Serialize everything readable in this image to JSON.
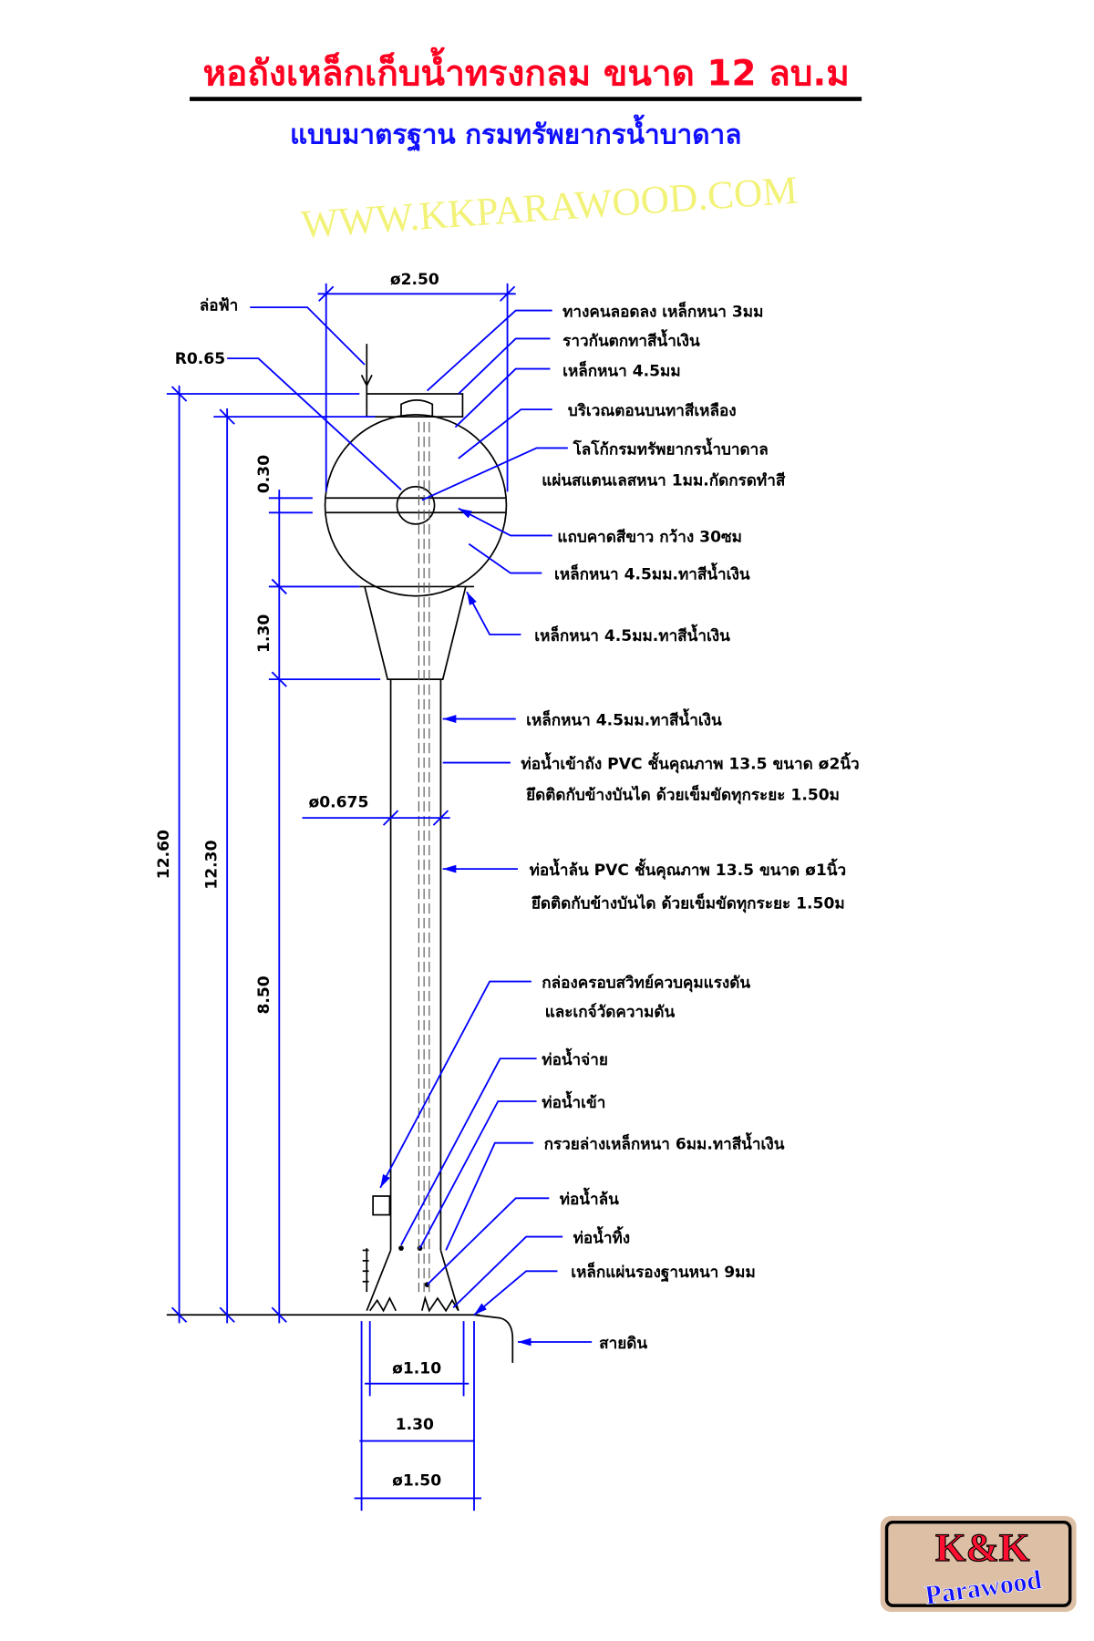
{
  "title": "หอถังเหล็กเก็บน้ำทรงกลม ขนาด 12 ลบ.ม",
  "subtitle": "แบบมาตรฐาน กรมทรัพยากรน้ำบาดาล",
  "colors": {
    "title": "#ff0020",
    "subtitle": "#1010ff",
    "leader": "#0000ff",
    "watermark": "#f0f060",
    "logo_bg": "#dcbfa4"
  },
  "dimensions": {
    "top_diameter": "ø2.50",
    "radius": "R0.65",
    "band": "0.30",
    "cone": "1.30",
    "total_height": "12.60",
    "tank_height": "12.30",
    "column_height": "8.50",
    "column_diameter": "ø0.675",
    "base_inner": "ø1.10",
    "base_width": "1.30",
    "base_outer": "ø1.50"
  },
  "left_labels": {
    "lightning_rod": "ล่อฟ้า"
  },
  "labels": [
    {
      "text": "ทางคนลอดลง เหล็กหนา 3มม"
    },
    {
      "text": "ราวกันตกทาสีน้ำเงิน"
    },
    {
      "text": "เหล็กหนา 4.5มม"
    },
    {
      "text": "บริเวณตอนบนทาสีเหลือง"
    },
    {
      "text": "โลโก้กรมทรัพยากรน้ำบาดาล",
      "line2": "แผ่นสแตนเลสหนา 1มม.กัดกรดทำสี"
    },
    {
      "text": "แถบคาดสีขาว  กว้าง 30ซม"
    },
    {
      "text": "เหล็กหนา 4.5มม.ทาสีน้ำเงิน"
    },
    {
      "text": "เหล็กหนา 4.5มม.ทาสีน้ำเงิน"
    },
    {
      "text": "เหล็กหนา 4.5มม.ทาสีน้ำเงิน"
    },
    {
      "text": "ท่อน้ำเข้าถัง PVC  ชั้นคุณภาพ 13.5  ขนาด ø2นิ้ว",
      "line2": "ยึดติดกับข้างบันได  ด้วยเข็มขัดทุกระยะ 1.50ม"
    },
    {
      "text": "ท่อน้ำล้น PVC  ชั้นคุณภาพ 13.5  ขนาด ø1นิ้ว",
      "line2": "ยึดติดกับข้างบันได  ด้วยเข็มขัดทุกระยะ 1.50ม"
    },
    {
      "text": "กล่องครอบสวิทย์ควบคุมแรงดัน",
      "line2": "และเกจ์วัดความดัน"
    },
    {
      "text": "ท่อน้ำจ่าย"
    },
    {
      "text": "ท่อน้ำเข้า"
    },
    {
      "text": "กรวยล่างเหล็กหนา 6มม.ทาสีน้ำเงิน"
    },
    {
      "text": "ท่อน้ำล้น"
    },
    {
      "text": "ท่อน้ำทิ้ง"
    },
    {
      "text": "เหล็กแผ่นรองฐานหนา 9มม"
    },
    {
      "text": "สายดิน"
    }
  ],
  "watermark": "WWW.KKPARAWOOD.COM",
  "logo": {
    "line1": "K&K",
    "line2": "Parawood"
  }
}
